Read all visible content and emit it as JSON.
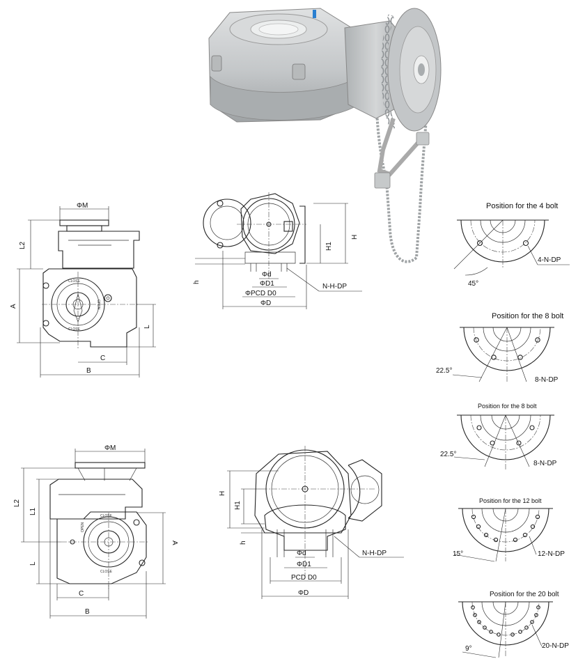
{
  "colors": {
    "casting": "#c9cccd",
    "casting_dark": "#9ea2a4",
    "chain": "#b8bbbd",
    "accent_blue": "#2a7fd0"
  },
  "side_view": {
    "phi_m": "ΦM",
    "l2": "L2",
    "a": "A",
    "l": "L",
    "c": "C",
    "b": "B"
  },
  "dial": {
    "close": "CLOSE",
    "open": "OPEN"
  },
  "front_view": {
    "h": "h",
    "h1": "H1",
    "H": "H",
    "phi_d": "Φd",
    "phi_d1": "ΦD1",
    "phi_pcd": "ΦPCD D0",
    "phi_D": "ΦD",
    "n_h_dp": "N-H-DP"
  },
  "side_view_2": {
    "phi_m": "ΦM",
    "l2": "L2",
    "l1": "L1",
    "a": "A",
    "l": "L",
    "c": "C",
    "b": "B"
  },
  "front_view_2": {
    "H": "H",
    "h1": "H1",
    "h": "h",
    "phi_d": "Φd",
    "phi_d1": "ΦD1",
    "pcd": "PCD D0",
    "phi_D": "ΦD",
    "n_h_dp": "N-H-DP"
  },
  "bolt_patterns": [
    {
      "title": "Position for the 4 bolt",
      "angle": "45°",
      "callout": "4-N-DP"
    },
    {
      "title": "Position for the 8 bolt",
      "angle": "22.5°",
      "callout": "8-N-DP"
    },
    {
      "title": "Position for the 8 bolt",
      "angle": "22.5°",
      "callout": "8-N-DP"
    },
    {
      "title": "Position for the 12 bolt",
      "angle": "15°",
      "callout": "12-N-DP"
    },
    {
      "title": "Position for the 20 bolt",
      "angle": "9°",
      "callout": "20-N-DP"
    }
  ]
}
